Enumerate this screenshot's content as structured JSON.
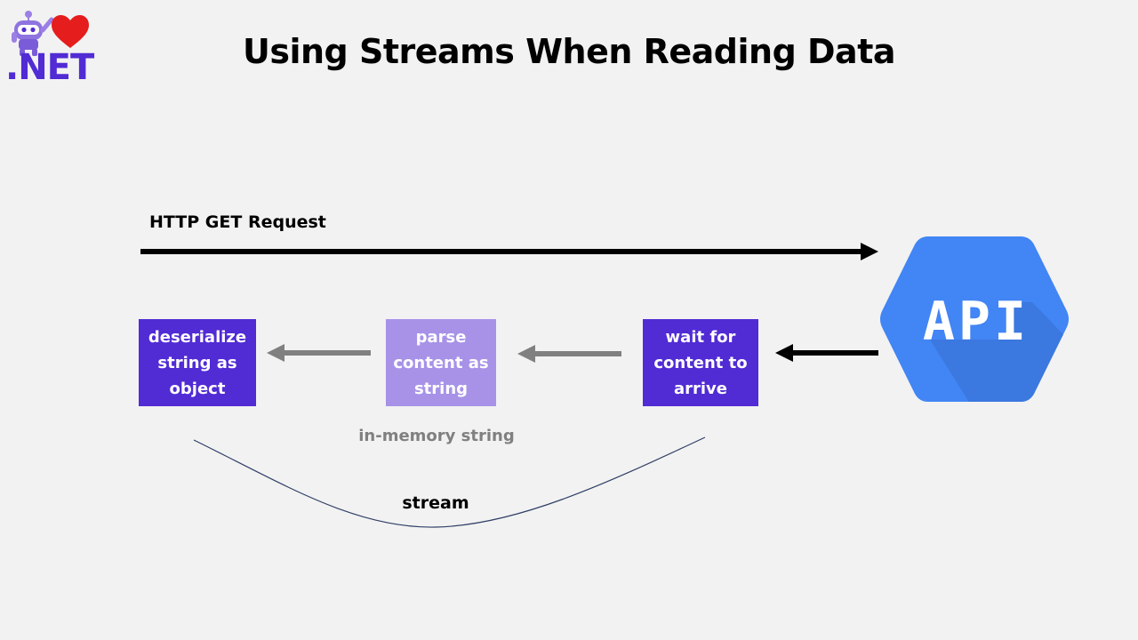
{
  "slide": {
    "title": "Using Streams When Reading Data"
  },
  "logo": {
    "text": ".NET",
    "icon": "dotnet-bot-heart-icon"
  },
  "diagram": {
    "request_label": "HTTP GET Request",
    "api_label": "API",
    "api_icon": "api-hexagon-icon",
    "steps": [
      {
        "id": "deserialize",
        "text": "deserialize string as object",
        "color": "#512bd4"
      },
      {
        "id": "parse",
        "text": "parse content as string",
        "color": "#a792e8"
      },
      {
        "id": "wait",
        "text": "wait for content to arrive",
        "color": "#512bd4"
      }
    ],
    "in_memory_label": "in-memory string",
    "stream_label": "stream",
    "colors": {
      "background": "#f2f2f2",
      "primary": "#512bd4",
      "secondary": "#a792e8",
      "api": "#4285f4",
      "gray_arrow": "#808080",
      "curve": "#2f3f66"
    }
  }
}
